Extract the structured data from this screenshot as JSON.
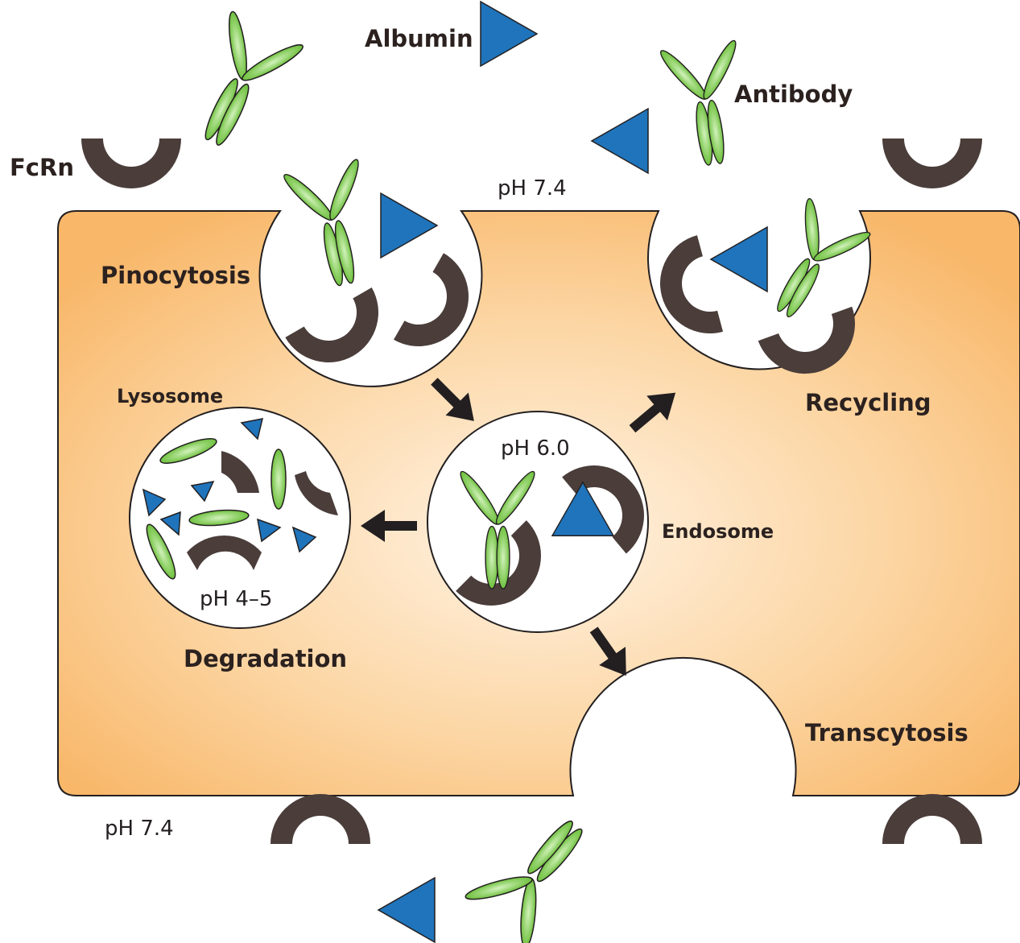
{
  "labels": {
    "albumin": "Albumin",
    "antibody": "Antibody",
    "fcrn": "FcRn",
    "ph_top": "pH 7.4",
    "ph_bottom": "pH 7.4",
    "pinocytosis": "Pinocytosis",
    "recycling": "Recycling",
    "lysosome": "Lysosome",
    "ph_endosome": "pH 6.0",
    "endosome": "Endosome",
    "ph_lysosome": "pH 4–5",
    "degradation": "Degradation",
    "transcytosis": "Transcytosis"
  },
  "colors": {
    "cell_edge": "#f8b769",
    "cell_center": "#fff1df",
    "receptor": "#4a3d3a",
    "albumin": "#1f74bb",
    "antibody": "#73c441",
    "antibody_highlight": "#c9eeae",
    "outline": "#231f20"
  },
  "icons": [
    "fcrn-receptor-icon",
    "albumin-triangle-icon",
    "antibody-y-icon",
    "arrow-icon"
  ]
}
